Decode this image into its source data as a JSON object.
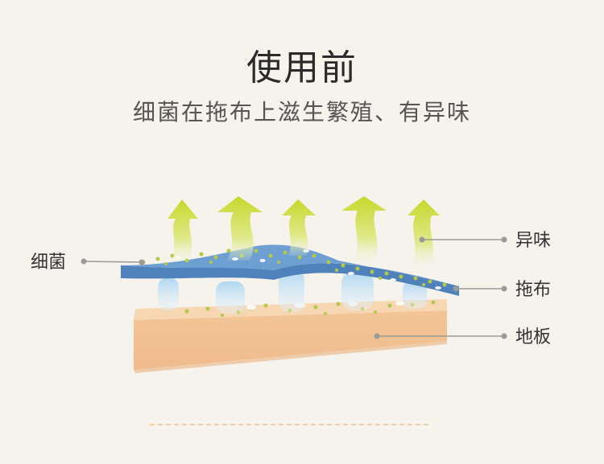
{
  "header": {
    "title": "使用前",
    "subtitle": "细菌在拖布上滋生繁殖、有异味"
  },
  "labels": {
    "bacteria": "细菌",
    "odor": "异味",
    "mop": "拖布",
    "floor": "地板"
  },
  "colors": {
    "background": "#f6f2ec",
    "mop": "#6d9fd2",
    "floor": "#f5caa0",
    "odor_arrow": "#c6d82c",
    "bacteria_dot": "#b4c84a",
    "leader_line": "#9a9a9a"
  }
}
